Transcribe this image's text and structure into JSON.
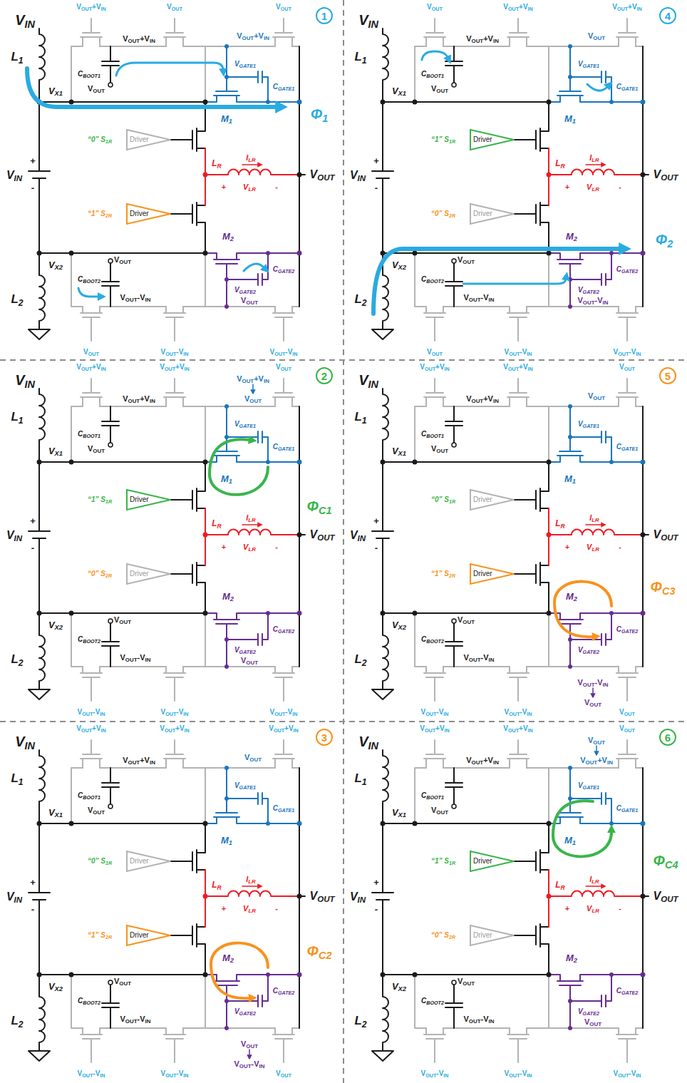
{
  "diagram": {
    "nodes": [
      {
        "text": [
          "1"
        ]
      },
      {
        "text": [
          "Driver"
        ]
      },
      {
        "text": [
          "Driver"
        ]
      },
      {
        "text": [
          "4"
        ]
      },
      {
        "text": [
          "Driver"
        ]
      },
      {
        "text": [
          "Driver"
        ]
      },
      {
        "text": [
          "2"
        ]
      },
      {
        "text": [
          "Driver"
        ]
      },
      {
        "text": [
          "Driver"
        ]
      },
      {
        "text": [
          "5"
        ]
      },
      {
        "text": [
          "Driver"
        ]
      },
      {
        "text": [
          "Driver"
        ]
      },
      {
        "text": [
          "3"
        ]
      },
      {
        "text": [
          "Driver"
        ]
      },
      {
        "text": [
          "Driver"
        ]
      },
      {
        "text": [
          "6"
        ]
      },
      {
        "text": [
          "Driver"
        ]
      },
      {
        "text": [
          "Driver"
        ]
      }
    ],
    "labels": [
      "VIN",
      "L1",
      "VX1",
      "VOUT+VIN",
      "VOUT",
      "VOUT",
      "VOUT+VIN",
      "CBOOT1",
      "VOUT",
      "VOUT+VIN",
      "VGATE1",
      "CGATE1",
      "M1",
      "Φ1",
      "“0” S1R",
      "LR",
      "ILR",
      "+",
      "VLR",
      "-",
      "VOUT",
      "+",
      "VIN",
      "-",
      "“1” S2R",
      "M2",
      "VX2",
      "VOUT",
      "CBOOT2",
      "VOUT-VIN",
      "VGATE2",
      "CGATE2",
      "VOUT",
      "L2",
      "VOUT",
      "VOUT-VIN",
      "VOUT-VIN",
      "VIN",
      "L1",
      "VX1",
      "VOUT",
      "VOUT+VIN",
      "VOUT+VIN",
      "VOUT+VIN",
      "CBOOT1",
      "VOUT",
      "VOUT",
      "VGATE1",
      "CGATE1",
      "M1",
      "Φ2",
      "“1” S1R",
      "LR",
      "ILR",
      "+",
      "VLR",
      "-",
      "VOUT",
      "+",
      "VIN",
      "-",
      "“0” S2R",
      "M2",
      "VX2",
      "VOUT",
      "CBOOT2",
      "VOUT-VIN",
      "VGATE2",
      "CGATE2",
      "VOUT-VIN",
      "L2",
      "VOUT",
      "VOUT-VIN",
      "VOUT-VIN",
      "VIN",
      "L1",
      "VX1",
      "VOUT+VIN",
      "VOUT+VIN",
      "VOUT",
      "VOUT+VIN",
      "CBOOT1",
      "VOUT",
      "VOUT+VIN",
      "VOUT",
      "VGATE1",
      "CGATE1",
      "M1",
      "ΦC1",
      "“1” S1R",
      "LR",
      "ILR",
      "+",
      "VLR",
      "-",
      "VOUT",
      "+",
      "VIN",
      "-",
      "“0” S2R",
      "M2",
      "VX2",
      "VOUT",
      "CBOOT2",
      "VOUT-VIN",
      "VGATE2",
      "CGATE2",
      "VOUT",
      "L2",
      "VOUT-VIN",
      "VOUT-VIN",
      "VOUT-VIN",
      "VIN",
      "L1",
      "VX1",
      "VOUT+VIN",
      "VOUT+VIN",
      "VOUT",
      "VOUT+VIN",
      "CBOOT1",
      "VOUT",
      "VOUT",
      "VGATE1",
      "CGATE1",
      "M1",
      "ΦC3",
      "“0” S1R",
      "LR",
      "ILR",
      "+",
      "VLR",
      "-",
      "VOUT",
      "+",
      "VIN",
      "-",
      "“1” S2R",
      "M2",
      "VX2",
      "VOUT",
      "CBOOT2",
      "VOUT-VIN",
      "VGATE2",
      "CGATE2",
      "VOUT-VIN",
      "VOUT",
      "L2",
      "VOUT-VIN",
      "VOUT-VIN",
      "VOUT",
      "VIN",
      "L1",
      "VX1",
      "VOUT+VIN",
      "VOUT+VIN",
      "VOUT+VIN",
      "VOUT+VIN",
      "CBOOT1",
      "VOUT",
      "VOUT",
      "VGATE1",
      "CGATE1",
      "M1",
      "ΦC2",
      "“0” S1R",
      "LR",
      "ILR",
      "+",
      "VLR",
      "-",
      "VOUT",
      "+",
      "VIN",
      "-",
      "“1” S2R",
      "M2",
      "VX2",
      "VOUT",
      "CBOOT2",
      "VOUT-VIN",
      "VGATE2",
      "CGATE2",
      "VOUT",
      "VOUT-VIN",
      "L2",
      "VOUT-VIN",
      "VOUT-VIN",
      "VOUT",
      "VIN",
      "L1",
      "VX1",
      "VOUT+VIN",
      "VOUT+VIN",
      "VOUT",
      "VOUT+VIN",
      "CBOOT1",
      "VOUT",
      "VOUT",
      "VOUT+VIN",
      "VGATE1",
      "CGATE1",
      "M1",
      "ΦC4",
      "“1” S1R",
      "LR",
      "ILR",
      "+",
      "VLR",
      "-",
      "VOUT",
      "+",
      "VIN",
      "-",
      "“0” S2R",
      "M2",
      "VX2",
      "VOUT",
      "CBOOT2",
      "VOUT-VIN",
      "VGATE2",
      "CGATE2",
      "VOUT",
      "L2",
      "VOUT-VIN",
      "VOUT-VIN",
      "VOUT-VIN"
    ]
  }
}
